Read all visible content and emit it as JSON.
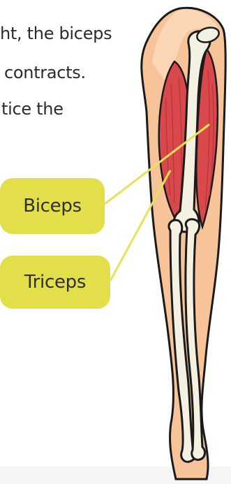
{
  "text": {
    "line1": "ht, the biceps",
    "line2": "contracts.",
    "line3": "tice the"
  },
  "labels": {
    "biceps": "Biceps",
    "triceps": "Triceps"
  },
  "colors": {
    "label_fill": "#e2df4a",
    "leader_line": "#e6e25a",
    "skin": "#f7c49a",
    "muscle": "#d9484a",
    "bone": "#f4f1e2",
    "outline": "#1a1a1a"
  }
}
